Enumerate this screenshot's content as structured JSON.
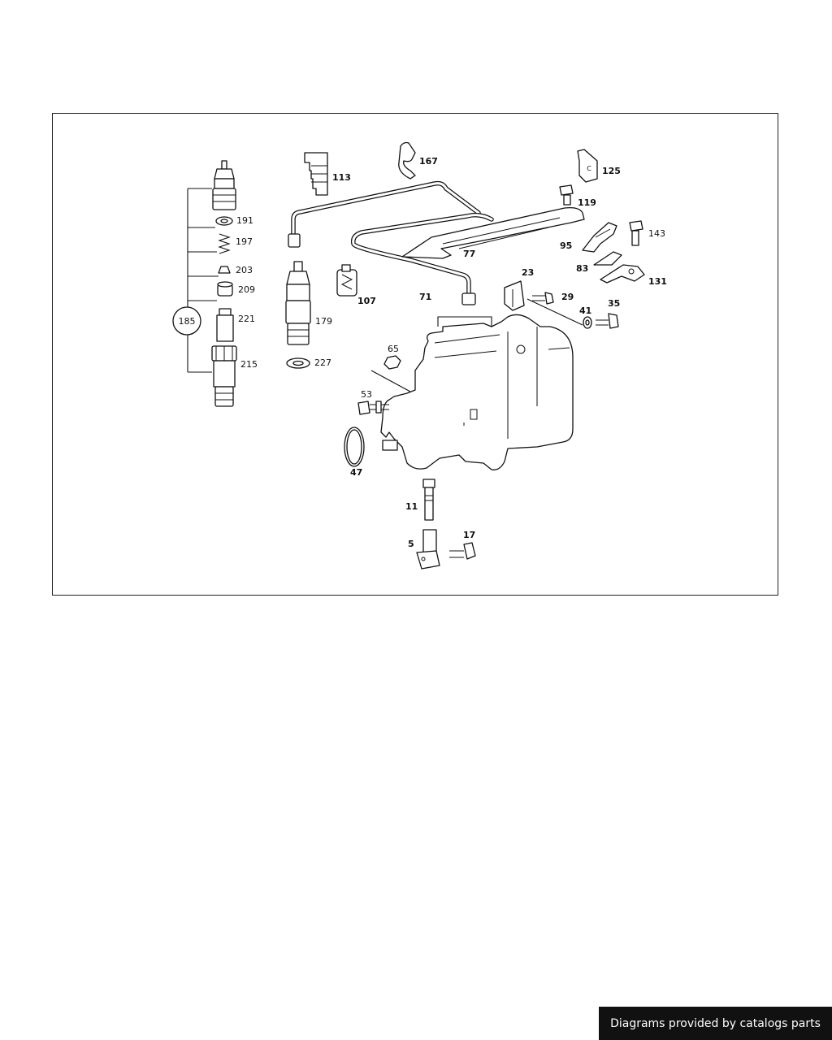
{
  "diagram": {
    "group_label": "185",
    "callouts": {
      "p5": "5",
      "p11": "11",
      "p17": "17",
      "p23": "23",
      "p29": "29",
      "p35": "35",
      "p41": "41",
      "p47": "47",
      "p53": "53",
      "p65": "65",
      "p71": "71",
      "p77": "77",
      "p83": "83",
      "p95": "95",
      "p107": "107",
      "p113": "113",
      "p119": "119",
      "p125": "125",
      "p131": "131",
      "p143": "143",
      "p167": "167",
      "p179": "179",
      "p191": "191",
      "p197": "197",
      "p203": "203",
      "p209": "209",
      "p215": "215",
      "p221": "221",
      "p227": "227"
    },
    "bracket_letter": "C"
  },
  "footer": {
    "credit": "Diagrams provided by catalogs parts"
  }
}
